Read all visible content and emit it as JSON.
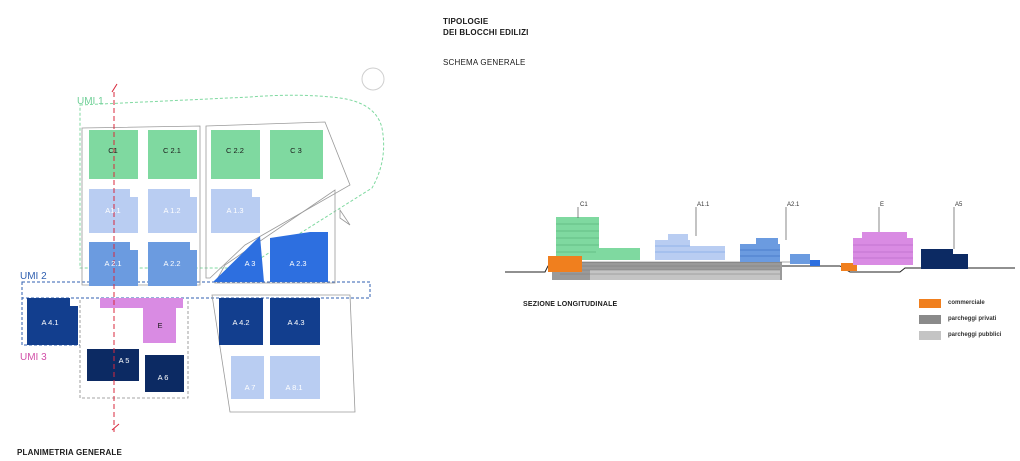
{
  "header": {
    "title_line1": "TIPOLOGIE",
    "title_line2": "DEI BLOCCHI EDILIZI",
    "subtitle": "SCHEMA GENERALE"
  },
  "plan": {
    "caption": "PLANIMETRIA GENERALE",
    "umi": [
      {
        "label": "UMI 1",
        "color": "#6fcf97"
      },
      {
        "label": "UMI 2",
        "color": "#2f5fb0"
      },
      {
        "label": "UMI 3",
        "color": "#d24fa8"
      }
    ],
    "blocks": {
      "C1": "C1",
      "C21": "C 2.1",
      "C22": "C 2.2",
      "C3": "C 3",
      "A11": "A1.1",
      "A12": "A 1.2",
      "A13": "A 1.3",
      "A21": "A 2.1",
      "A22": "A 2.2",
      "A3": "A 3",
      "A23": "A 2.3",
      "A41": "A 4.1",
      "E": "E",
      "A42": "A 4.2",
      "A43": "A 4.3",
      "A5": "A 5",
      "A6": "A 6",
      "A7": "A 7",
      "A81": "A 8.1"
    }
  },
  "section": {
    "caption": "SEZIONE LONGITUDINALE",
    "markers": [
      "C1",
      "A1.1",
      "A2.1",
      "E",
      "A5"
    ]
  },
  "legend": [
    {
      "label": "commerciale",
      "color": "#f07f1e"
    },
    {
      "label": "parcheggi privati",
      "color": "#8a8a8a"
    },
    {
      "label": "parcheggi pubblici",
      "color": "#c4c4c4"
    }
  ],
  "colors": {
    "green": "#7fd9a0",
    "light_blue": "#b9cdf2",
    "mid_blue": "#6b9be0",
    "blue": "#2d6fe0",
    "dark_blue": "#123e8e",
    "navy": "#0c2a63",
    "violet": "#d98be3"
  }
}
